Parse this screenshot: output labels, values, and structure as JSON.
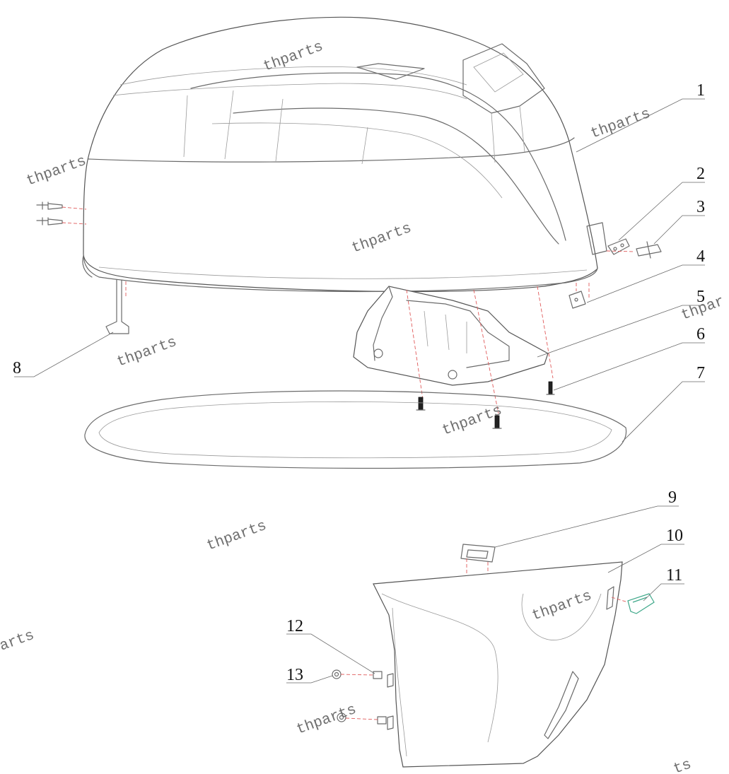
{
  "callouts": [
    {
      "id": "1",
      "label": "1"
    },
    {
      "id": "2",
      "label": "2"
    },
    {
      "id": "3",
      "label": "3"
    },
    {
      "id": "4",
      "label": "4"
    },
    {
      "id": "5",
      "label": "5"
    },
    {
      "id": "6",
      "label": "6"
    },
    {
      "id": "7",
      "label": "7"
    },
    {
      "id": "8",
      "label": "8"
    },
    {
      "id": "9",
      "label": "9"
    },
    {
      "id": "10",
      "label": "10"
    },
    {
      "id": "11",
      "label": "11"
    },
    {
      "id": "12",
      "label": "12"
    },
    {
      "id": "13",
      "label": "13"
    }
  ],
  "watermarks": [
    "thparts",
    "thparts",
    "thparts",
    "thparts",
    "thpar",
    "thparts",
    "thparts",
    "thparts",
    "thparts",
    "arts",
    "thparts",
    "ts"
  ],
  "colors": {
    "outline": "#6b6b6b",
    "hidden_line": "#e05a5a",
    "seal": "#3fa88a"
  }
}
